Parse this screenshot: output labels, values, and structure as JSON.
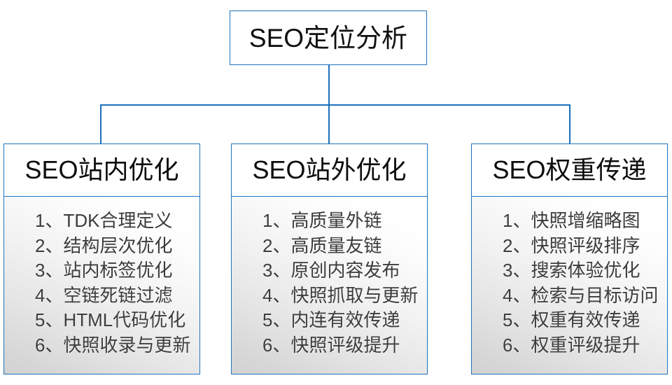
{
  "diagram": {
    "type": "organization-tree",
    "accent_color": "#2072bd",
    "text_color": "#3c3c3c",
    "root": {
      "label": "SEO定位分析"
    },
    "branches": [
      {
        "id": "on-site",
        "header": "SEO站内优化",
        "items": [
          "1、TDK合理定义",
          "2、结构层次优化",
          "3、站内标签优化",
          "4、空链死链过滤",
          "5、HTML代码优化",
          "6、快照收录与更新"
        ]
      },
      {
        "id": "off-site",
        "header": "SEO站外优化",
        "items": [
          "1、高质量外链",
          "2、高质量友链",
          "3、原创内容发布",
          "4、快照抓取与更新",
          "5、内连有效传递",
          "6、快照评级提升"
        ]
      },
      {
        "id": "weight-transfer",
        "header": "SEO权重传递",
        "items": [
          "1、快照增缩略图",
          "2、快照评级排序",
          "3、搜索体验优化",
          "4、检索与目标访问",
          "5、权重有效传递",
          "6、权重评级提升"
        ]
      }
    ]
  }
}
